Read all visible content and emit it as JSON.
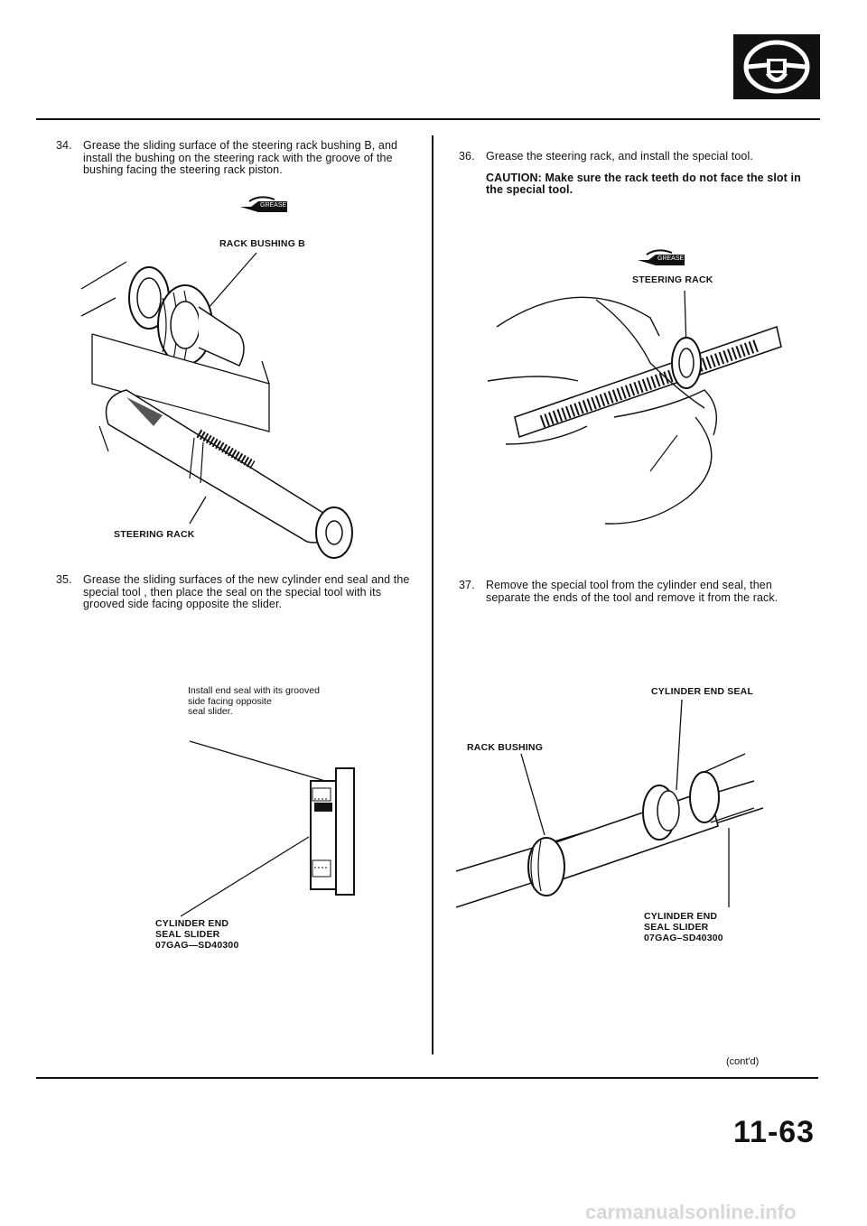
{
  "header": {
    "section_icon": "steering-wheel-icon"
  },
  "steps": {
    "s34": {
      "num": "34.",
      "text": "Grease the sliding surface of the steering rack bushing B, and install the bushing on the steering rack with the groove of the bushing facing the steering rack piston."
    },
    "s35": {
      "num": "35.",
      "text": "Grease the sliding surfaces of the new cylinder end seal and the special tool , then place the seal on the special tool with its grooved side facing opposite the slider."
    },
    "s36": {
      "num": "36.",
      "text": "Grease the steering rack, and install the special tool.",
      "caution": "CAUTION: Make sure the rack teeth do not face the slot in the special tool."
    },
    "s37": {
      "num": "37.",
      "text": "Remove the special tool from the cylinder end seal, then separate the ends of the tool and remove it from the rack."
    }
  },
  "figures": {
    "fig34": {
      "grease_icon": "GREASE",
      "label_bushing": "RACK BUSHING B",
      "label_rack": "STEERING RACK"
    },
    "fig35": {
      "note": "Install end seal with its grooved\nside facing opposite\nseal slider.",
      "tool_label": "CYLINDER END\nSEAL SLIDER\n07GAG—SD40300"
    },
    "fig36": {
      "grease_icon": "GREASE",
      "label_rack": "STEERING RACK"
    },
    "fig37": {
      "label_seal": "CYLINDER END SEAL",
      "label_bushing": "RACK BUSHING",
      "tool_label": "CYLINDER END\nSEAL SLIDER\n07GAG–SD40300"
    }
  },
  "footer": {
    "contd": "(cont'd)",
    "page_number": "11-63",
    "watermark": "carmanualsonline.info"
  }
}
